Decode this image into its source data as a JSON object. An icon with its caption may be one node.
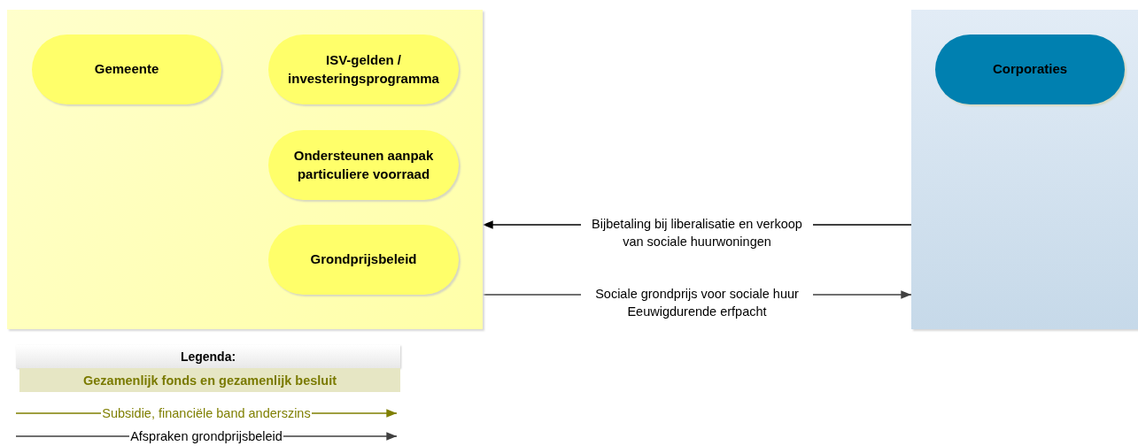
{
  "diagram": {
    "nodes": [
      {
        "text": [],
        "shape": "box"
      },
      {
        "text": [
          "Gemeente"
        ],
        "in": 0
      },
      {
        "text": [
          "ISV-gelden / investeringsprogramma"
        ],
        "in": 0
      },
      {
        "text": [
          "Ondersteunen aanpak particuliere voorraad"
        ],
        "in": 0
      },
      {
        "text": [
          "Grondprijsbeleid"
        ],
        "in": 0
      },
      {
        "text": [],
        "shape": "box"
      },
      {
        "text": [
          "Corporaties"
        ],
        "in": 5
      }
    ],
    "edges": [
      {
        "from": 5,
        "to": 0,
        "arrow": "to",
        "label": "Bijbetaling bij liberalisatie en verkoop van sociale huurwoningen"
      },
      {
        "from": 0,
        "to": 5,
        "arrow": "to",
        "label": "Sociale grondprijs voor sociale huur Eeuwigdurende erfpacht",
        "color": "#404040"
      }
    ],
    "labels": [
      "Legenda:"
    ],
    "legend": [
      {
        "text": "Gezamenlijk fonds en gezamenlijk besluit",
        "color": "#e6e6c4"
      },
      {
        "text": "Subsidie, financiële band anderszins"
      },
      {
        "text": "Afspraken grondprijsbeleid"
      }
    ]
  }
}
